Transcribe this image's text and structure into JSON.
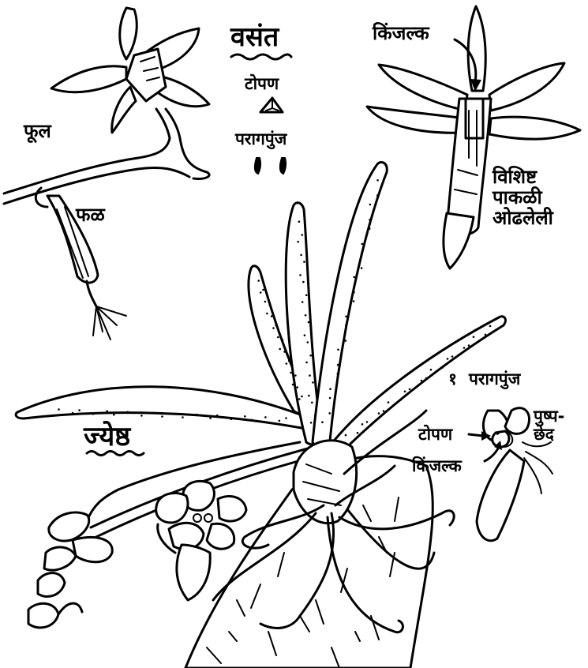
{
  "labels": {
    "season_spring": "वसंत",
    "season_summer": "ज्येष्ठ",
    "flower": "फूल",
    "fruit": "फळ",
    "cap_top": "टोपण",
    "pollinia_top": "परागपुंज",
    "stigma_top": "किंजल्क",
    "special_petal": [
      "विशिष्ट",
      "पाकळी",
      "ओढलेली"
    ],
    "pollinia_bottom": "परागपुंज",
    "pollinia_marker": "१",
    "cap_bottom": "टोपण",
    "stigma_bottom": "किंजल्क",
    "flower_section": [
      "पुष्प-",
      "छेद"
    ]
  },
  "colors": {
    "ink": "#000000",
    "paper": "#ffffff"
  },
  "icons": [
    "anther-cap-icon",
    "pollinia-pair-icon",
    "arrow-icon"
  ]
}
